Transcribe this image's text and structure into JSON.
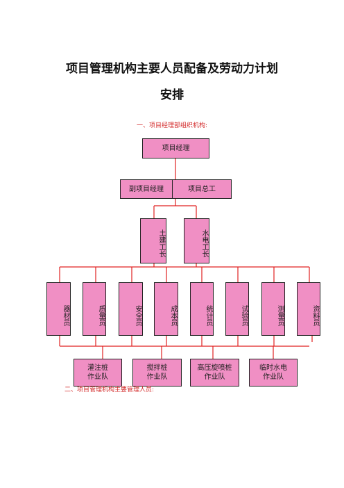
{
  "title_line1": "项目管理机构主要人员配备及劳动力计划",
  "title_line2": "安排",
  "section1": "一、项目经理部组织机构:",
  "section2": "二、项目管理机构主要管理人员:",
  "org": {
    "top": "项目经理",
    "deputy": "副项目经理",
    "chief": "项目总工",
    "foremen": [
      "土建工长",
      "水电工长"
    ],
    "staff": [
      "器材员",
      "质量员",
      "安全员",
      "成本员",
      "统计员",
      "试验员",
      "测量员",
      "资料员"
    ],
    "teams": [
      {
        "line1": "灌注桩",
        "line2": "作业队"
      },
      {
        "line1": "搅拌桩",
        "line2": "作业队"
      },
      {
        "line1": "高压旋喷桩",
        "line2": "作业队"
      },
      {
        "line1": "临时水电",
        "line2": "作业队"
      }
    ]
  },
  "colors": {
    "box_fill": "#f08fc4",
    "line": "#e02020",
    "section_text": "#d32a2a"
  }
}
